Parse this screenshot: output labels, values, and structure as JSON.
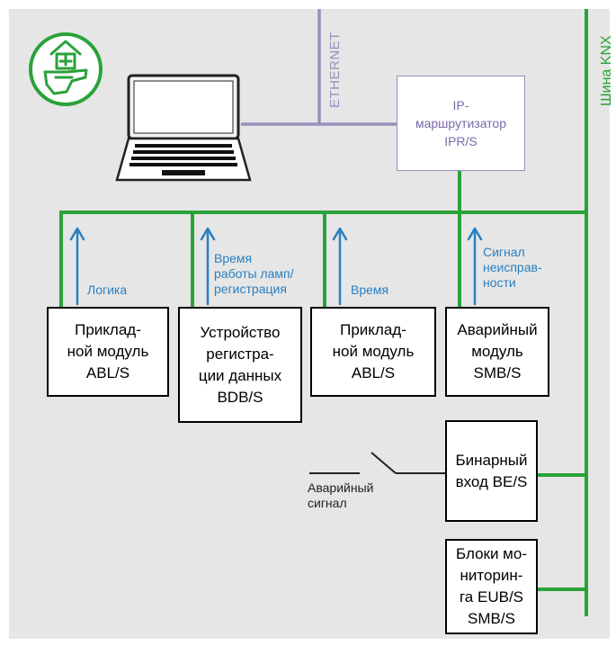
{
  "colors": {
    "background": "#e6e6e6",
    "bus_green": "#2aa23a",
    "ethernet_purple": "#9b8fbd",
    "arrow_blue": "#2a7fc0",
    "box_border": "#000000"
  },
  "logo": {
    "icon": "house-hand-icon"
  },
  "labels": {
    "ethernet": "ETHERNET",
    "knx_bus": "Шина KNX"
  },
  "ip_router": {
    "text": "IP-\nмаршрутизатор\nIPR/S"
  },
  "arrows": [
    {
      "text": "Логика"
    },
    {
      "text": "Время\nработы ламп/\nрегистрация"
    },
    {
      "text": "Время"
    },
    {
      "text": "Сигнал\nнеисправ-\nности"
    }
  ],
  "boxes": [
    {
      "text": "Приклад-\nной модуль\nABL/S"
    },
    {
      "text": "Устройство\nрегистра-\nции данных\nBDB/S"
    },
    {
      "text": "Приклад-\nной модуль\nABL/S"
    },
    {
      "text": "Аварийный\nмодуль\nSMB/S"
    },
    {
      "text": "Бинарный\nвход BE/S"
    },
    {
      "text": "Блоки мо-\nниторин-\nга EUB/S\nSMB/S"
    }
  ],
  "alarm": {
    "text": "Аварийный\nсигнал"
  }
}
